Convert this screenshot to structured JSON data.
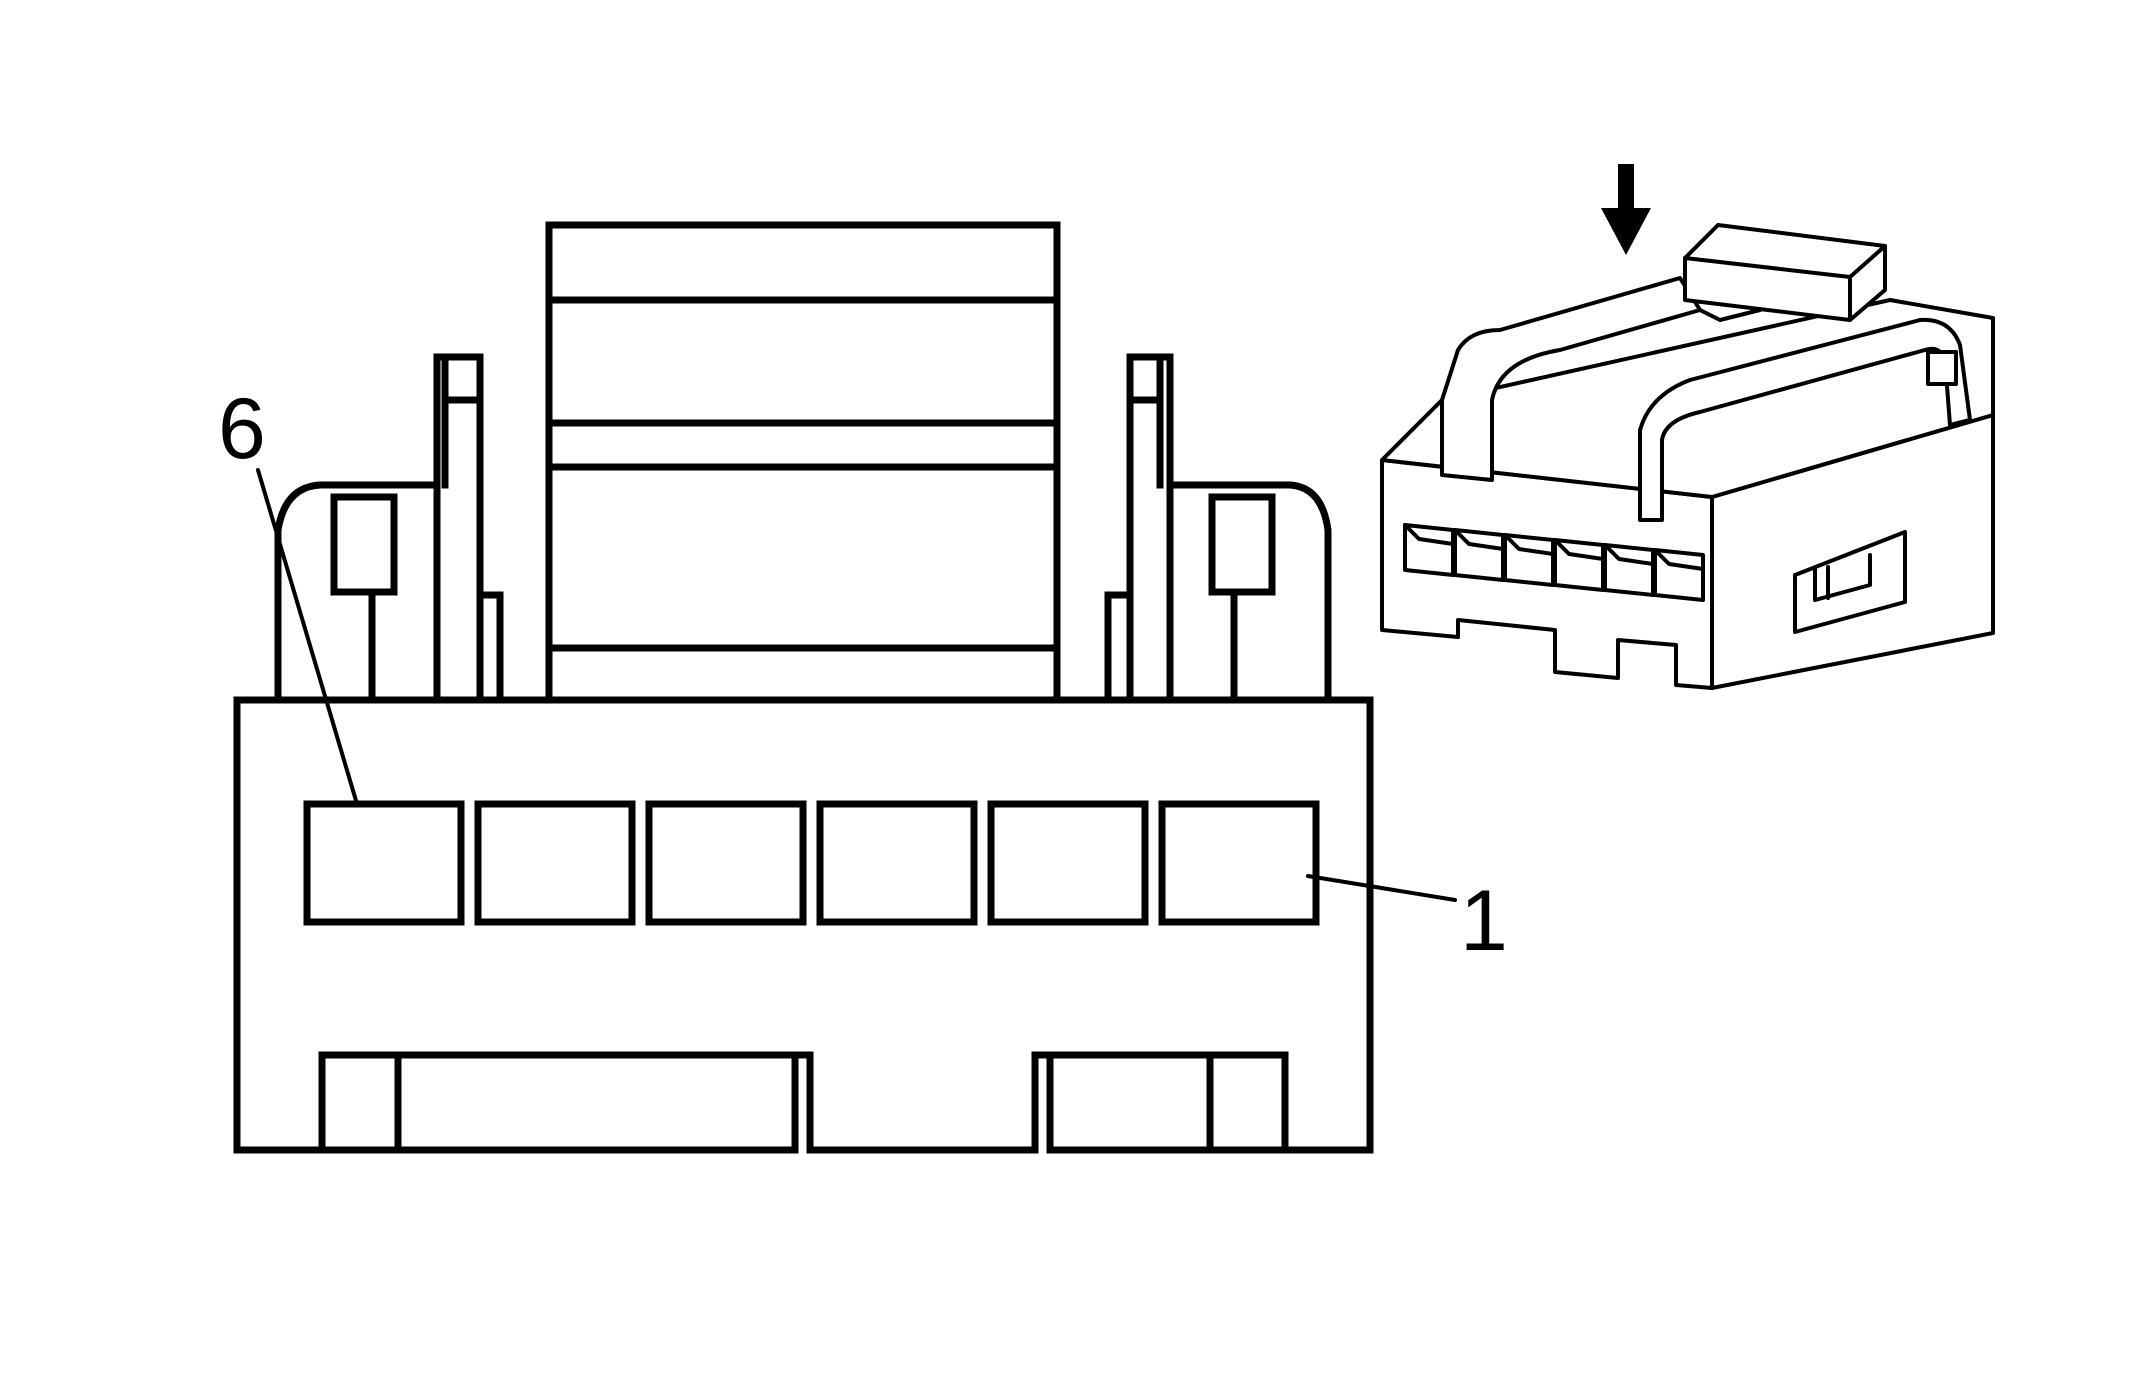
{
  "diagram": {
    "labels": {
      "pin_first": "1",
      "pin_last": "6"
    },
    "face_view": {
      "cavity_count": 6
    },
    "iso_view": {
      "cavity_count": 6,
      "arrow_direction": "down"
    },
    "colors": {
      "line": "#000000",
      "background": "#ffffff"
    }
  }
}
